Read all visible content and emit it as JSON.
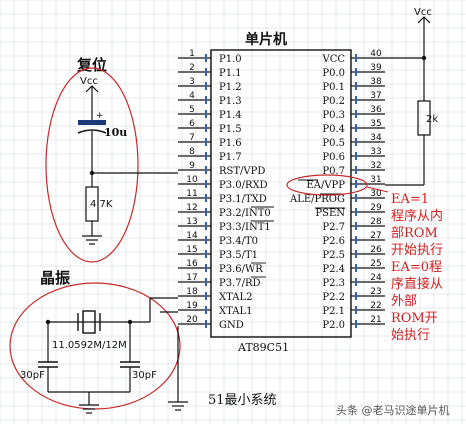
{
  "chip": {
    "title": "单片机",
    "model": "AT89C51",
    "left_pins": [
      {
        "num": "1",
        "label": "P1.0"
      },
      {
        "num": "2",
        "label": "P1.1"
      },
      {
        "num": "3",
        "label": "P1.2"
      },
      {
        "num": "4",
        "label": "P1.3"
      },
      {
        "num": "5",
        "label": "P1.4"
      },
      {
        "num": "6",
        "label": "P1.5"
      },
      {
        "num": "7",
        "label": "P1.6"
      },
      {
        "num": "8",
        "label": "P1.7"
      },
      {
        "num": "9",
        "label": "RST/VPD"
      },
      {
        "num": "10",
        "label": "P3.0/RXD"
      },
      {
        "num": "11",
        "label": "P3.1/TXD"
      },
      {
        "num": "12",
        "label": "P3.2/INT0"
      },
      {
        "num": "13",
        "label": "P3.3/INT1"
      },
      {
        "num": "14",
        "label": "P3.4/T0"
      },
      {
        "num": "15",
        "label": "P3.5/T1"
      },
      {
        "num": "16",
        "label": "P3.6/WR"
      },
      {
        "num": "17",
        "label": "P3.7/RD"
      },
      {
        "num": "18",
        "label": "XTAL2"
      },
      {
        "num": "19",
        "label": "XTAL1"
      },
      {
        "num": "20",
        "label": "GND"
      }
    ],
    "right_pins": [
      {
        "num": "40",
        "label": "VCC"
      },
      {
        "num": "39",
        "label": "P0.0"
      },
      {
        "num": "38",
        "label": "P0.1"
      },
      {
        "num": "37",
        "label": "P0.2"
      },
      {
        "num": "36",
        "label": "P0.3"
      },
      {
        "num": "35",
        "label": "P0.4"
      },
      {
        "num": "34",
        "label": "P0.5"
      },
      {
        "num": "33",
        "label": "P0.6"
      },
      {
        "num": "32",
        "label": "P0.7"
      },
      {
        "num": "31",
        "label": "EA/VPP"
      },
      {
        "num": "30",
        "label": "ALE/PROG"
      },
      {
        "num": "29",
        "label": "PSEN"
      },
      {
        "num": "28",
        "label": "P2.7"
      },
      {
        "num": "27",
        "label": "P2.6"
      },
      {
        "num": "26",
        "label": "P2.5"
      },
      {
        "num": "25",
        "label": "P2.4"
      },
      {
        "num": "24",
        "label": "P2.3"
      },
      {
        "num": "23",
        "label": "P2.2"
      },
      {
        "num": "22",
        "label": "P2.1"
      },
      {
        "num": "21",
        "label": "P2.0"
      }
    ]
  },
  "reset": {
    "title": "复位",
    "vcc": "Vcc",
    "capacitor": "10u",
    "resistor": "4.7K"
  },
  "crystal": {
    "title": "晶振",
    "freq": "11.0592M/12M",
    "cap_left": "30pF",
    "cap_right": "30pF"
  },
  "ea": {
    "vcc": "Vcc",
    "resistor": "2k",
    "note_lines": [
      "EA=1",
      "程序从内",
      "部ROM",
      "开始执行",
      "EA=0程",
      "序直接从",
      "外部",
      "ROM开",
      "始执行"
    ]
  },
  "caption": "51最小系统",
  "watermark": "头条 @老马识途单片机",
  "colors": {
    "wire": "#111111",
    "grid": "#e4e8ec",
    "annotation": "#d42020",
    "pin_bar": "#3060c0"
  }
}
